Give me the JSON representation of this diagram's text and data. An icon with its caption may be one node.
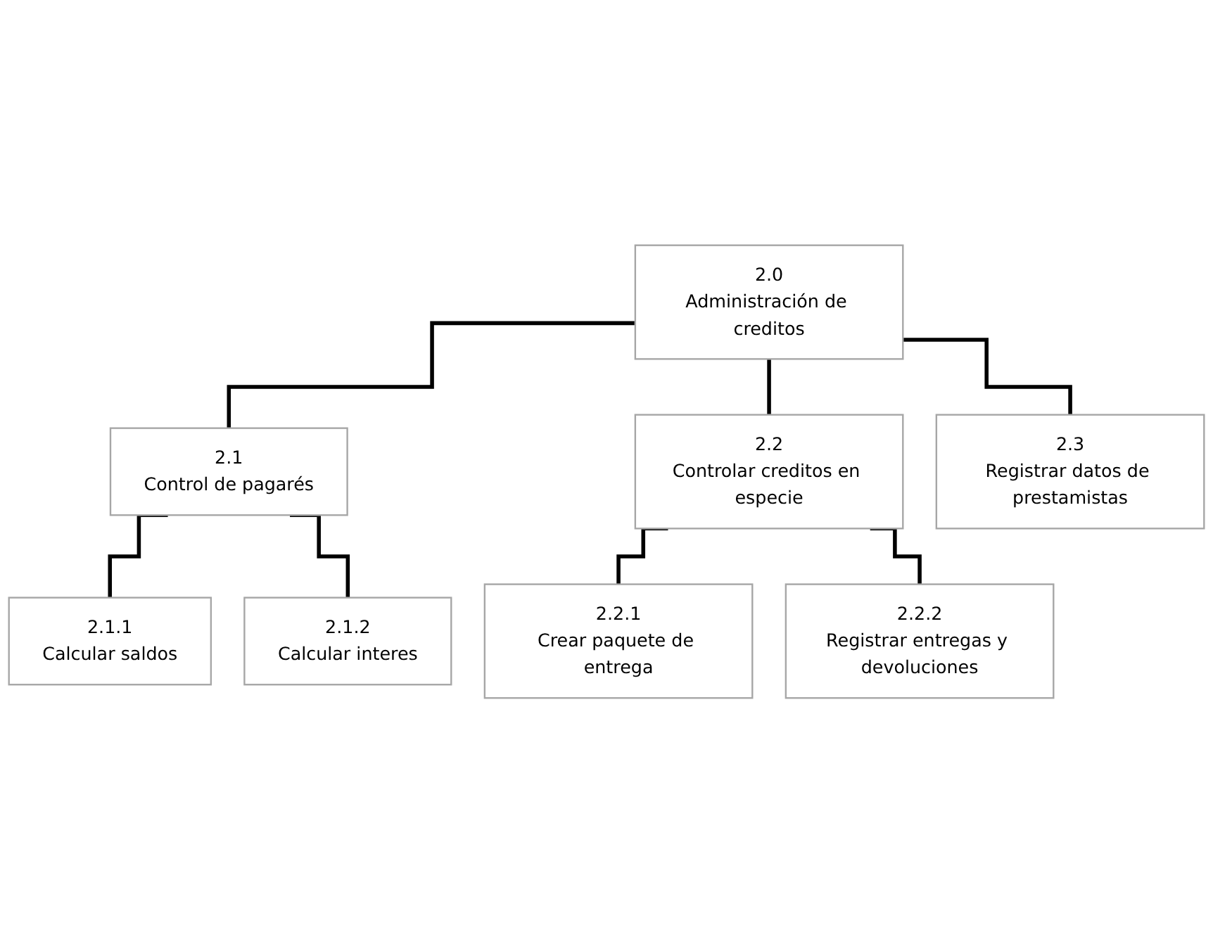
{
  "diagram": {
    "nodes": [
      {
        "text": [
          "2.0",
          "Administración de creditos"
        ]
      },
      {
        "text": [
          "2.1",
          "Control de pagarés"
        ]
      },
      {
        "text": [
          "2.2",
          "Controlar creditos en especie"
        ]
      },
      {
        "text": [
          "2.3",
          "Registrar datos de prestamistas"
        ]
      },
      {
        "text": [
          "2.1.1",
          "Calcular saldos"
        ]
      },
      {
        "text": [
          "2.1.2",
          "Calcular interes"
        ]
      },
      {
        "text": [
          "2.2.1",
          "Crear paquete de entrega"
        ]
      },
      {
        "text": [
          "2.2.2",
          "Registrar entregas y devoluciones"
        ]
      }
    ],
    "edges": [
      {
        "from": 0,
        "to": 1,
        "arrow": "none"
      },
      {
        "from": 0,
        "to": 2,
        "arrow": "none"
      },
      {
        "from": 0,
        "to": 3,
        "arrow": "none"
      },
      {
        "from": 1,
        "to": 4,
        "arrow": "none"
      },
      {
        "from": 1,
        "to": 5,
        "arrow": "none"
      },
      {
        "from": 2,
        "to": 6,
        "arrow": "none"
      },
      {
        "from": 2,
        "to": 7,
        "arrow": "none"
      }
    ]
  }
}
